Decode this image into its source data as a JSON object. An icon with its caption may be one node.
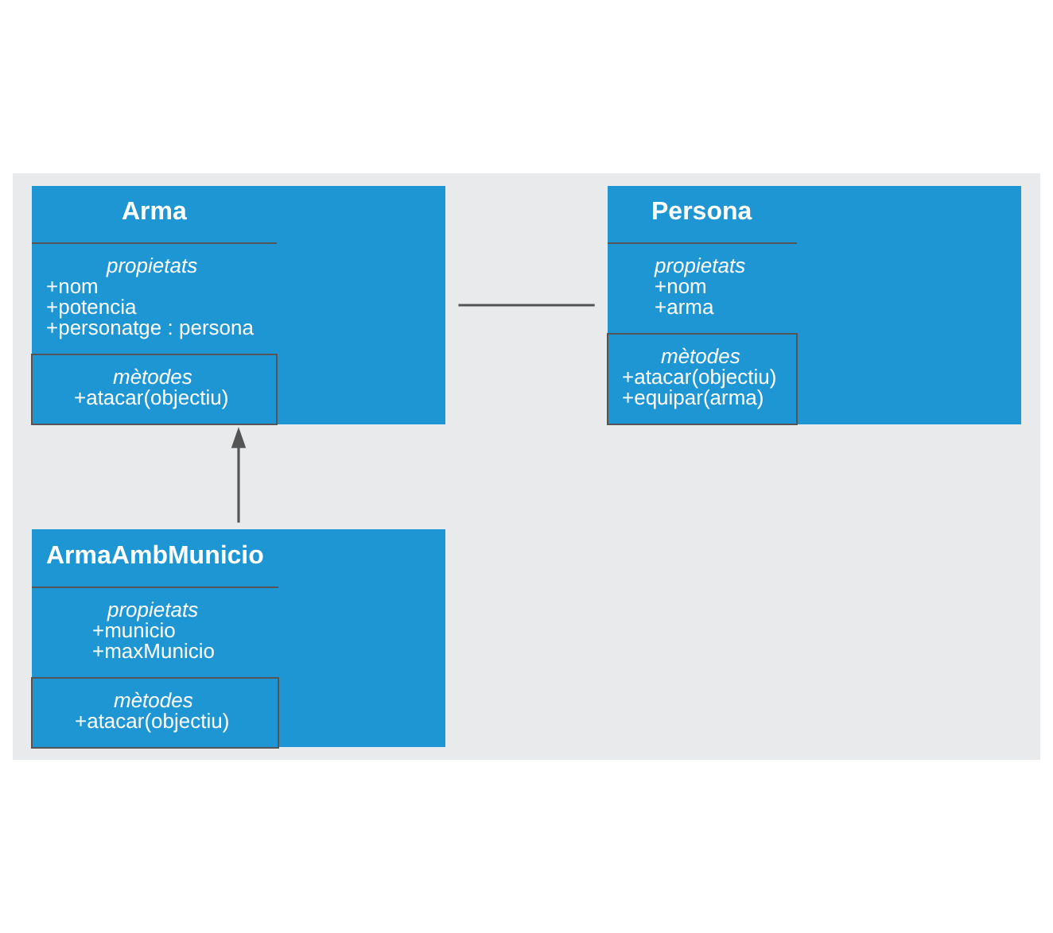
{
  "diagram": {
    "nodes": [
      {
        "text": [
          "Arma",
          "propietats",
          "+nom",
          "+potencia",
          "+personatge : persona",
          "mètodes",
          "+atacar(objectiu)"
        ]
      },
      {
        "text": [
          "Persona",
          "propietats",
          "+nom",
          "+arma",
          "mètodes",
          "+atacar(objectiu)",
          "+equipar(arma)"
        ]
      },
      {
        "text": [
          "ArmaAmbMunicio",
          "propietats",
          "+municio",
          "+maxMunicio",
          "mètodes",
          "+atacar(objectiu)"
        ]
      }
    ],
    "edges": [
      {
        "from": 0,
        "to": 1,
        "arrow": "none"
      },
      {
        "from": 2,
        "to": 0,
        "arrow": "to"
      }
    ]
  }
}
